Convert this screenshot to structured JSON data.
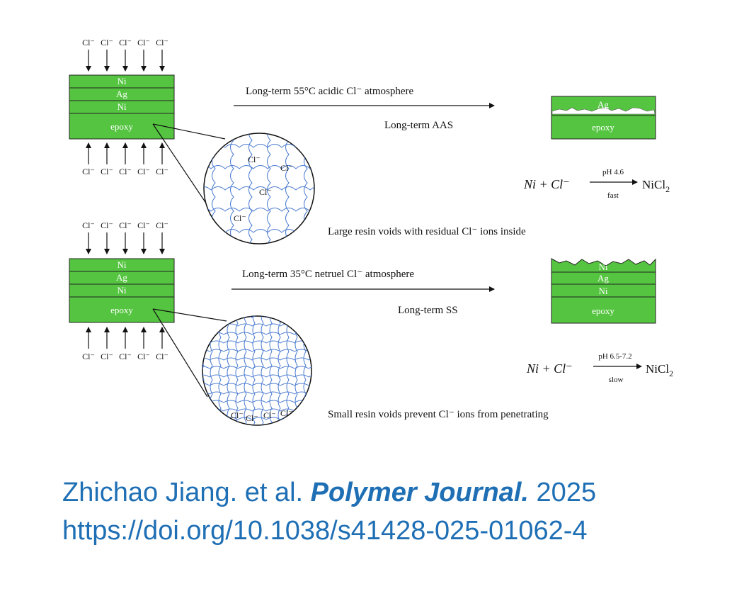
{
  "cl_ion": "Cl⁻",
  "layers": {
    "ni": "Ni",
    "ag": "Ag",
    "epoxy": "epoxy"
  },
  "top": {
    "arrow_label_above": "Long-term 55°C acidic Cl⁻ atmosphere",
    "arrow_label_below": "Long-term AAS",
    "void_caption": "Large resin voids with residual Cl⁻ ions inside",
    "reaction": {
      "left": "Ni + Cl⁻",
      "condition": "pH 4.6",
      "rate": "fast",
      "product": "NiCl",
      "product_sub": "2"
    }
  },
  "bottom": {
    "arrow_label_above": "Long-term 35°C netruel Cl⁻ atmosphere",
    "arrow_label_below": "Long-term SS",
    "void_caption": "Small resin voids prevent Cl⁻ ions from penetrating",
    "reaction": {
      "left": "Ni + Cl⁻",
      "condition": "pH 6.5-7.2",
      "rate": "slow",
      "product": "NiCl",
      "product_sub": "2"
    }
  },
  "citation": {
    "authors": "Zhichao Jiang. et al.",
    "journal": "Polymer Journal.",
    "year": "2025",
    "doi": "https://doi.org/10.1038/s41428-025-01062-4"
  },
  "colors": {
    "layer_green": "#55c541",
    "fiber_blue": "#4a7bd0",
    "citation_blue": "#1f6fb5"
  }
}
